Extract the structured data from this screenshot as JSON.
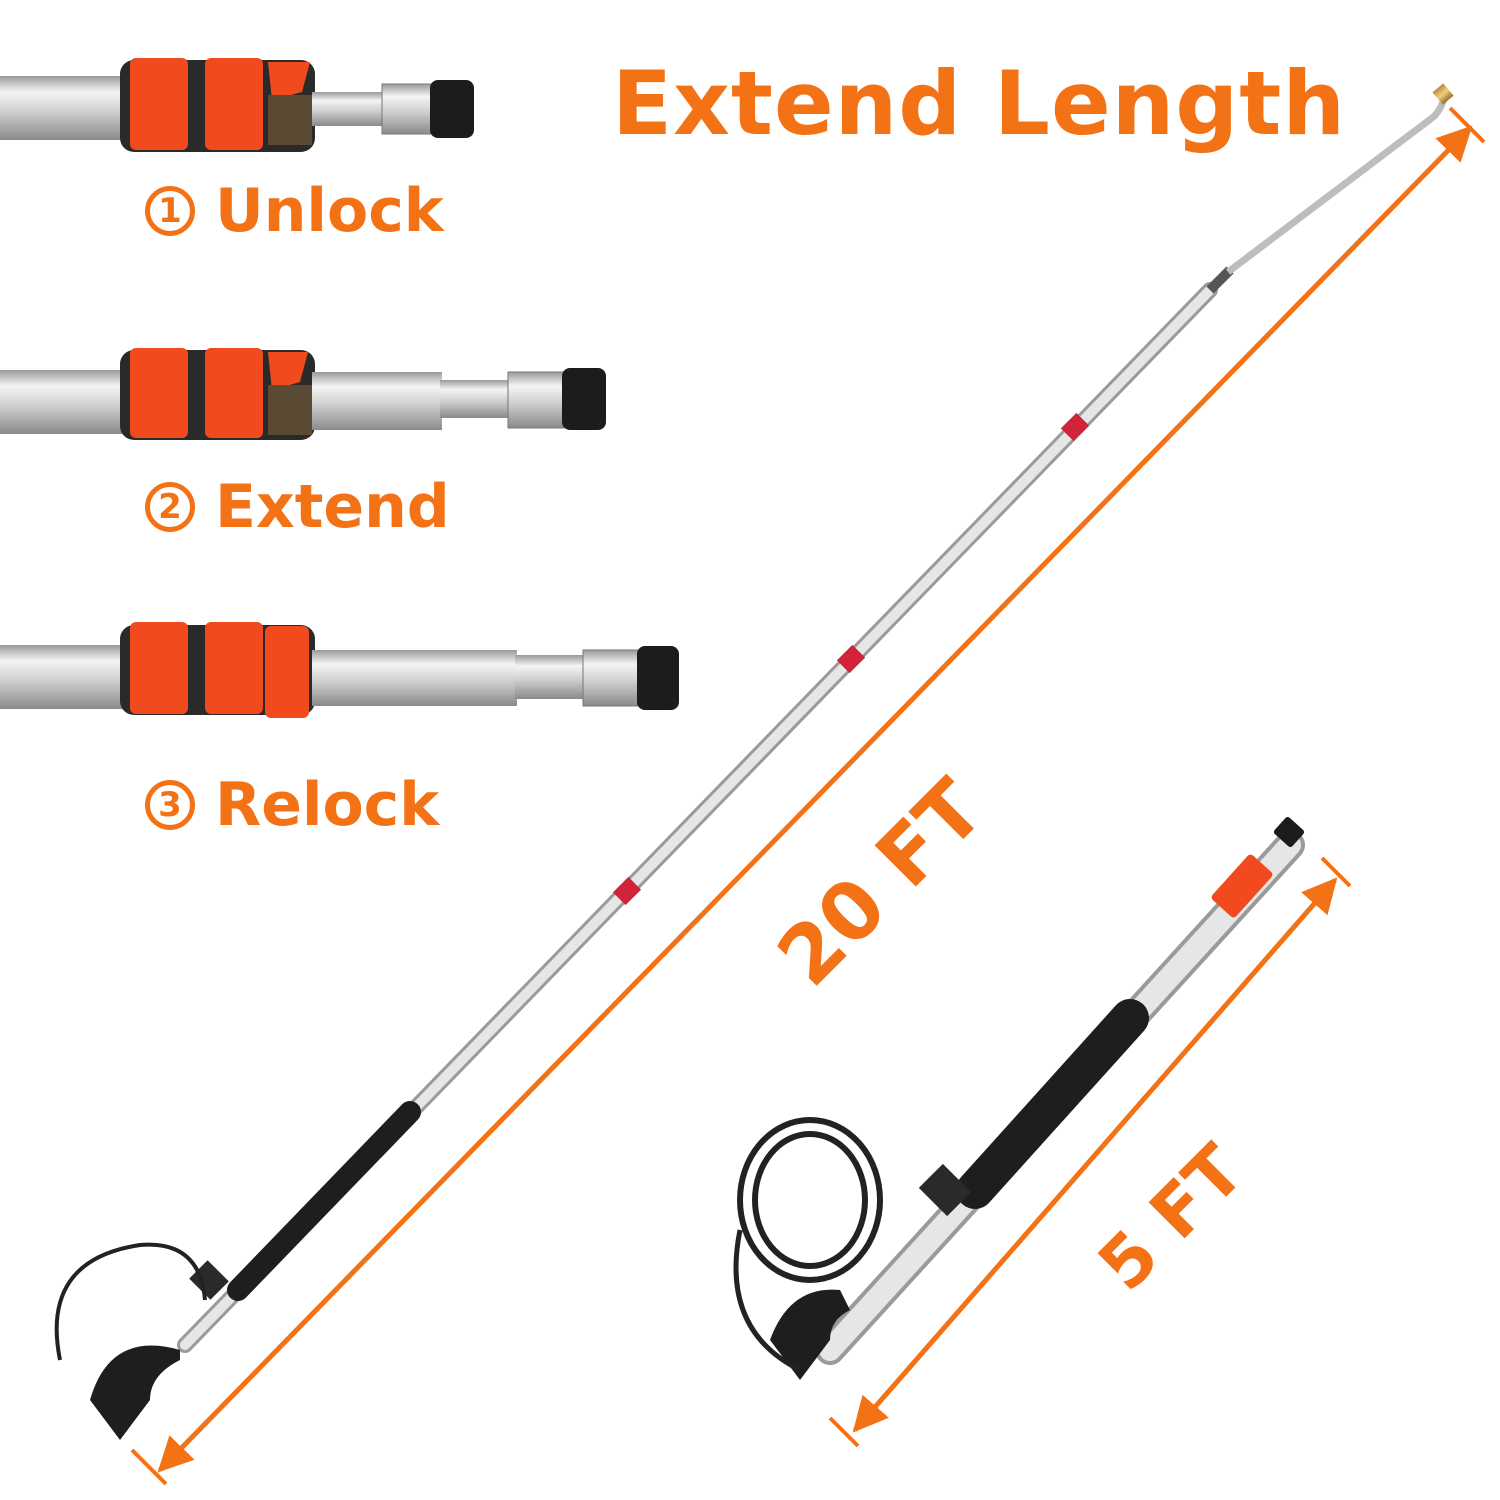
{
  "title": "Extend Length",
  "steps": [
    {
      "number": "1",
      "label": "Unlock"
    },
    {
      "number": "2",
      "label": "Extend"
    },
    {
      "number": "3",
      "label": "Relock"
    }
  ],
  "dimensions": {
    "extended": "20 FT",
    "retracted": "5 FT"
  },
  "colors": {
    "accent": "#f47216",
    "clip": "#f04a1e",
    "metal": "#d8d8d8",
    "grip": "#1e1e1e"
  }
}
